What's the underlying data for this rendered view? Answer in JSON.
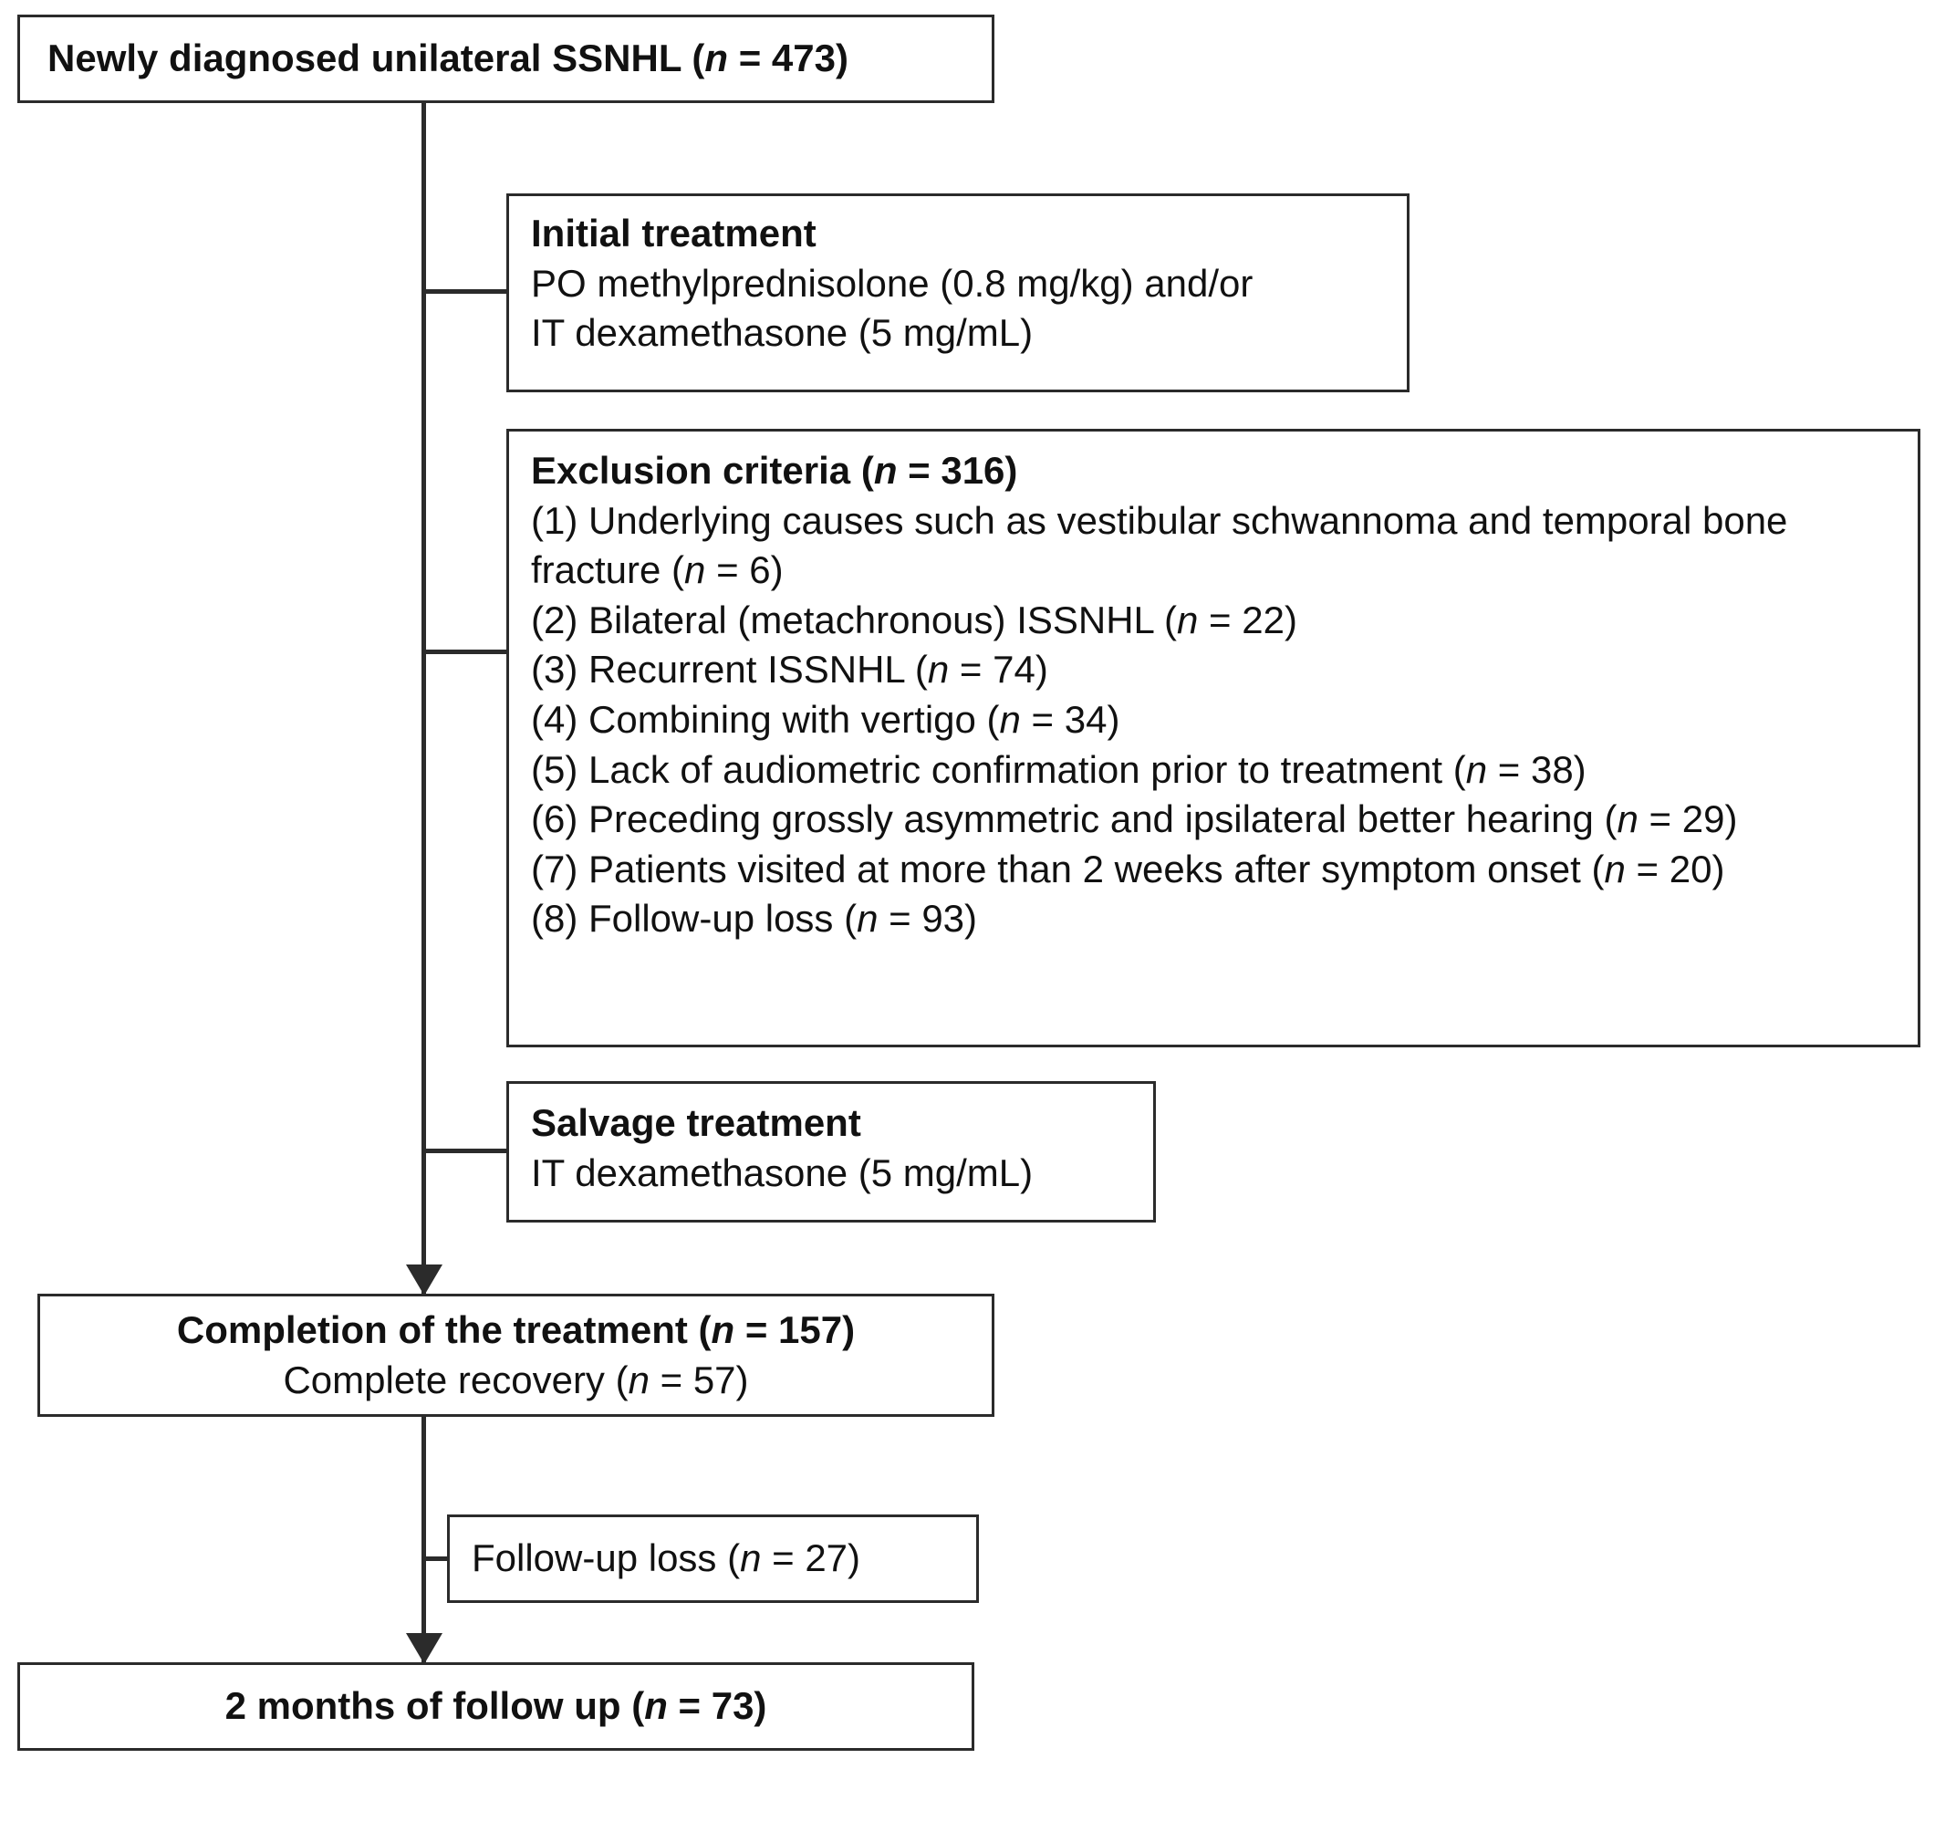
{
  "figure": {
    "type": "flowchart",
    "title": "Patient enrollment flow diagram for sudden sensorineural hearing loss study"
  },
  "nodes": {
    "top": {
      "name": "newly-diagnosed",
      "text": "Newly diagnosed unilateral SSNHL (n = 473)",
      "label": "Newly diagnosed unilateral SSNHL (",
      "italic_n": "n",
      "value": " = 473)",
      "bold": true,
      "align": "left"
    },
    "initial_treatment": {
      "name": "initial-treatment",
      "heading": "Initial treatment",
      "lines": [
        "PO methylprednisolone (0.8 mg/kg) and/or",
        "IT dexamethasone (5 mg/mL)"
      ]
    },
    "exclusion": {
      "name": "exclusion-criteria",
      "heading_prefix": "Exclusion criteria (",
      "heading_italic": "n",
      "heading_suffix": " = 316)",
      "heading_full": "Exclusion criteria (n = 316)",
      "items": [
        {
          "id": 1,
          "text_a": "(1) Underlying causes such as vestibular schwannoma and temporal bone fracture (",
          "italic": "n",
          "text_b": " = 6)",
          "full": "(1) Underlying causes such as vestibular schwannoma and temporal bone fracture (n = 6)",
          "n": 6
        },
        {
          "id": 2,
          "text_a": "(2) Bilateral (metachronous) ISSNHL (",
          "italic": "n",
          "text_b": " = 22)",
          "full": "(2) Bilateral (metachronous) ISSNHL (n = 22)",
          "n": 22
        },
        {
          "id": 3,
          "text_a": "(3) Recurrent ISSNHL (",
          "italic": "n",
          "text_b": " = 74)",
          "full": "(3) Recurrent ISSNHL (n = 74)",
          "n": 74
        },
        {
          "id": 4,
          "text_a": "(4) Combining with vertigo (",
          "italic": "n",
          "text_b": " = 34)",
          "full": "(4) Combining with vertigo (n = 34)",
          "n": 34
        },
        {
          "id": 5,
          "text_a": "(5) Lack of audiometric confirmation prior to treatment (",
          "italic": "n",
          "text_b": " = 38)",
          "full": "(5) Lack of audiometric confirmation prior to treatment (n = 38)",
          "n": 38
        },
        {
          "id": 6,
          "text_a": "(6) Preceding grossly asymmetric and ipsilateral better hearing (",
          "italic": "n",
          "text_b": " = 29)",
          "full": "(6) Preceding grossly asymmetric and ipsilateral better hearing (n = 29)",
          "n": 29
        },
        {
          "id": 7,
          "text_a": "(7) Patients visited at more than 2 weeks after symptom onset (",
          "italic": "n",
          "text_b": " = 20)",
          "full": "(7) Patients visited at more than 2 weeks after symptom onset (n = 20)",
          "n": 20
        },
        {
          "id": 8,
          "text_a": "(8) Follow-up loss (",
          "italic": "n",
          "text_b": " = 93)",
          "full": "(8) Follow-up loss (n = 93)",
          "n": 93
        }
      ],
      "total": 316
    },
    "salvage_treatment": {
      "name": "salvage-treatment",
      "heading": "Salvage treatment",
      "lines": [
        "IT dexamethasone (5 mg/mL)"
      ]
    },
    "completion": {
      "name": "completion-of-treatment",
      "heading_prefix": "Completion of the treatment (",
      "heading_italic": "n",
      "heading_suffix": " = 157)",
      "heading_full": "Completion of the treatment (n = 157)",
      "sub_prefix": "Complete recovery (",
      "sub_italic": "n",
      "sub_suffix": " = 57)",
      "sub_full": "Complete recovery (n = 57)",
      "n": 157,
      "recovery_n": 57
    },
    "followup_loss": {
      "name": "follow-up-loss",
      "text_a": "Follow-up loss (",
      "italic": "n",
      "text_b": " = 27)",
      "full": "Follow-up loss (n = 27)",
      "n": 27
    },
    "final": {
      "name": "two-months-follow-up",
      "text_a": "2 months of follow up (",
      "italic": "n",
      "text_b": " = 73)",
      "full": "2 months of follow up (n = 73)",
      "n": 73
    }
  },
  "colors": {
    "stroke": "#2b2b2b",
    "text": "#111111",
    "background": "#ffffff"
  }
}
